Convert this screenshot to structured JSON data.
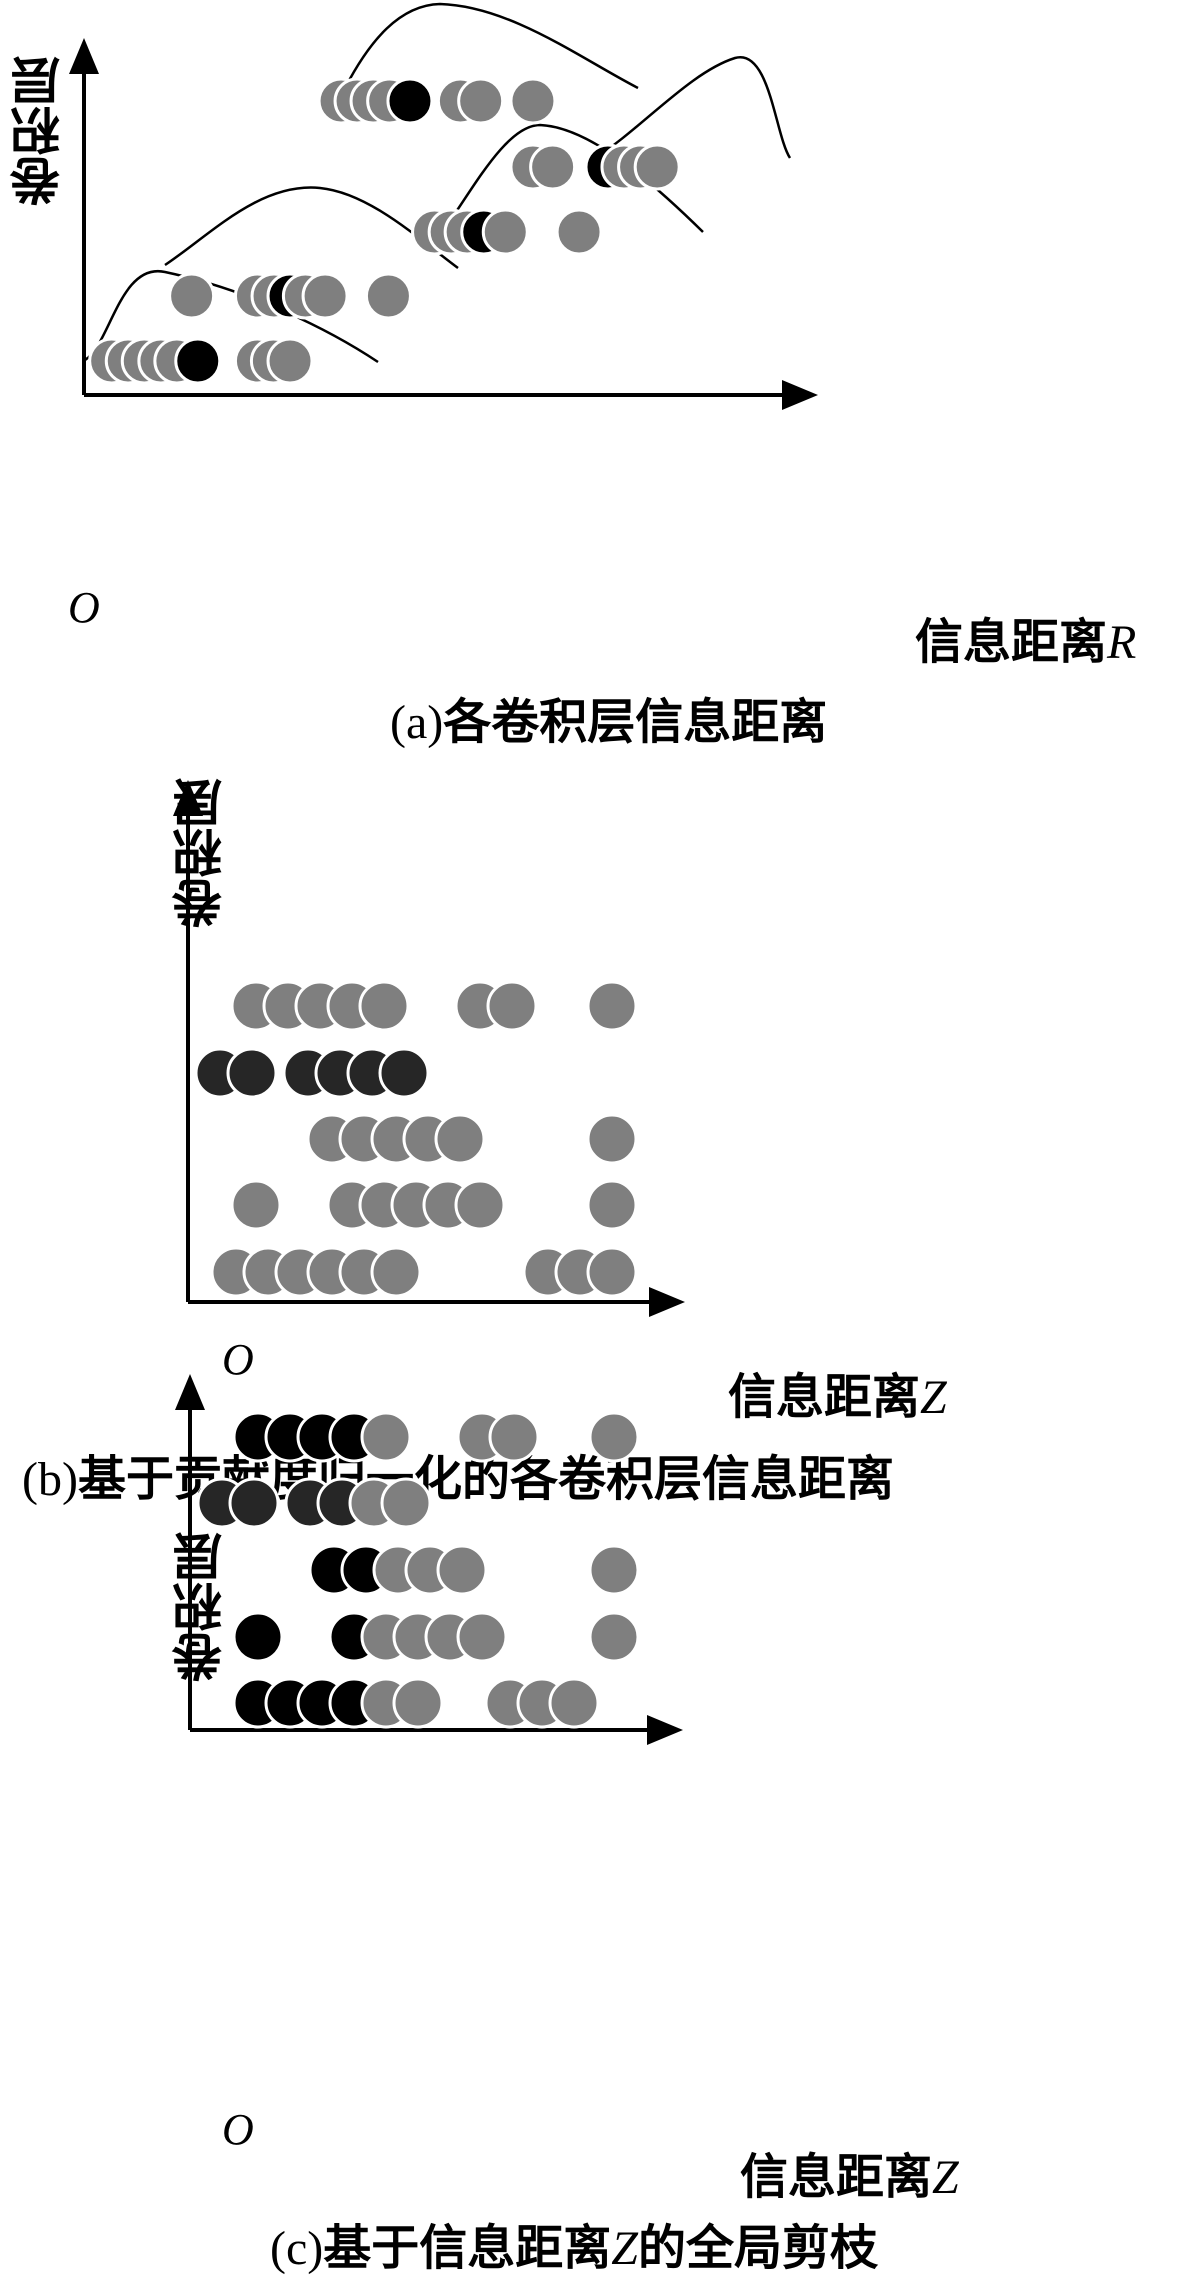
{
  "colors": {
    "gray": "#7f7f7f",
    "dark": "#262626",
    "black": "#000000",
    "axis": "#000000"
  },
  "panels": {
    "a": {
      "caption_prefix": "(a)",
      "caption_text": "各卷积层信息距离",
      "y_axis_label": "卷积层",
      "x_axis_label": "信息距离",
      "x_axis_var": "R",
      "origin_label": "O",
      "rows": [
        {
          "circles": [
            {
              "x": 0.45,
              "c": "gray"
            },
            {
              "x": 0.72,
              "c": "gray"
            },
            {
              "x": 0.98,
              "c": "gray"
            },
            {
              "x": 1.25,
              "c": "gray"
            },
            {
              "x": 1.51,
              "c": "gray"
            },
            {
              "x": 1.85,
              "c": "black"
            },
            {
              "x": 2.82,
              "c": "gray"
            },
            {
              "x": 3.08,
              "c": "gray"
            },
            {
              "x": 3.35,
              "c": "gray"
            }
          ]
        },
        {
          "circles": [
            {
              "x": 1.75,
              "c": "gray"
            },
            {
              "x": 2.82,
              "c": "gray"
            },
            {
              "x": 3.09,
              "c": "gray"
            },
            {
              "x": 3.35,
              "c": "black"
            },
            {
              "x": 3.6,
              "c": "gray"
            },
            {
              "x": 3.92,
              "c": "gray"
            },
            {
              "x": 4.95,
              "c": "gray"
            }
          ]
        },
        {
          "circles": [
            {
              "x": 5.7,
              "c": "gray"
            },
            {
              "x": 5.97,
              "c": "gray"
            },
            {
              "x": 6.23,
              "c": "gray"
            },
            {
              "x": 6.5,
              "c": "black"
            },
            {
              "x": 6.85,
              "c": "gray"
            },
            {
              "x": 8.05,
              "c": "gray"
            }
          ]
        },
        {
          "circles": [
            {
              "x": 7.3,
              "c": "gray"
            },
            {
              "x": 7.62,
              "c": "gray"
            },
            {
              "x": 8.52,
              "c": "black"
            },
            {
              "x": 8.78,
              "c": "gray"
            },
            {
              "x": 9.05,
              "c": "gray"
            },
            {
              "x": 9.32,
              "c": "gray"
            }
          ]
        },
        {
          "circles": [
            {
              "x": 4.18,
              "c": "gray"
            },
            {
              "x": 4.44,
              "c": "gray"
            },
            {
              "x": 4.7,
              "c": "gray"
            },
            {
              "x": 4.97,
              "c": "gray"
            },
            {
              "x": 5.3,
              "c": "black"
            },
            {
              "x": 6.12,
              "c": "gray"
            },
            {
              "x": 6.45,
              "c": "gray"
            },
            {
              "x": 7.3,
              "c": "gray"
            }
          ]
        }
      ]
    },
    "b": {
      "caption_prefix": "(b)",
      "caption_text": "基于贡献度归一化的各卷积层信息距离",
      "y_axis_label": "卷积层",
      "x_axis_label": "信息距离",
      "x_axis_var": "Z",
      "origin_label": "O",
      "rows": [
        {
          "circles": [
            {
              "x": 0.6,
              "c": "gray"
            },
            {
              "x": 1.0,
              "c": "gray"
            },
            {
              "x": 1.4,
              "c": "gray"
            },
            {
              "x": 1.8,
              "c": "gray"
            },
            {
              "x": 2.2,
              "c": "gray"
            },
            {
              "x": 2.6,
              "c": "gray"
            },
            {
              "x": 4.5,
              "c": "gray"
            },
            {
              "x": 4.9,
              "c": "gray"
            },
            {
              "x": 5.3,
              "c": "gray"
            }
          ]
        },
        {
          "circles": [
            {
              "x": 0.85,
              "c": "gray"
            },
            {
              "x": 2.05,
              "c": "gray"
            },
            {
              "x": 2.45,
              "c": "gray"
            },
            {
              "x": 2.85,
              "c": "gray"
            },
            {
              "x": 3.25,
              "c": "gray"
            },
            {
              "x": 3.65,
              "c": "gray"
            },
            {
              "x": 5.3,
              "c": "gray"
            }
          ]
        },
        {
          "circles": [
            {
              "x": 1.8,
              "c": "gray"
            },
            {
              "x": 2.2,
              "c": "gray"
            },
            {
              "x": 2.6,
              "c": "gray"
            },
            {
              "x": 3.0,
              "c": "gray"
            },
            {
              "x": 3.4,
              "c": "gray"
            },
            {
              "x": 5.3,
              "c": "gray"
            }
          ]
        },
        {
          "circles": [
            {
              "x": 0.4,
              "c": "dark"
            },
            {
              "x": 0.8,
              "c": "dark"
            },
            {
              "x": 1.5,
              "c": "dark"
            },
            {
              "x": 1.9,
              "c": "dark"
            },
            {
              "x": 2.3,
              "c": "dark"
            },
            {
              "x": 2.7,
              "c": "dark"
            }
          ]
        },
        {
          "circles": [
            {
              "x": 0.85,
              "c": "gray"
            },
            {
              "x": 1.25,
              "c": "gray"
            },
            {
              "x": 1.65,
              "c": "gray"
            },
            {
              "x": 2.05,
              "c": "gray"
            },
            {
              "x": 2.45,
              "c": "gray"
            },
            {
              "x": 3.65,
              "c": "gray"
            },
            {
              "x": 4.05,
              "c": "gray"
            },
            {
              "x": 5.3,
              "c": "gray"
            }
          ]
        }
      ]
    },
    "c": {
      "caption_prefix": "(c)",
      "caption_text": "基于信息距离",
      "caption_var": "Z",
      "caption_suffix": "的全局剪枝",
      "y_axis_label": "卷积层",
      "x_axis_label": "信息距离",
      "x_axis_var": "Z",
      "origin_label": "O",
      "rows": [
        {
          "circles": [
            {
              "x": 0.85,
              "c": "black"
            },
            {
              "x": 1.25,
              "c": "black"
            },
            {
              "x": 1.65,
              "c": "black"
            },
            {
              "x": 2.05,
              "c": "black"
            },
            {
              "x": 2.45,
              "c": "gray"
            },
            {
              "x": 2.85,
              "c": "gray"
            },
            {
              "x": 4.0,
              "c": "gray"
            },
            {
              "x": 4.4,
              "c": "gray"
            },
            {
              "x": 4.8,
              "c": "gray"
            }
          ]
        },
        {
          "circles": [
            {
              "x": 0.85,
              "c": "black"
            },
            {
              "x": 2.05,
              "c": "black"
            },
            {
              "x": 2.45,
              "c": "gray"
            },
            {
              "x": 2.85,
              "c": "gray"
            },
            {
              "x": 3.25,
              "c": "gray"
            },
            {
              "x": 3.65,
              "c": "gray"
            },
            {
              "x": 5.3,
              "c": "gray"
            }
          ]
        },
        {
          "circles": [
            {
              "x": 1.8,
              "c": "black"
            },
            {
              "x": 2.2,
              "c": "black"
            },
            {
              "x": 2.6,
              "c": "gray"
            },
            {
              "x": 3.0,
              "c": "gray"
            },
            {
              "x": 3.4,
              "c": "gray"
            },
            {
              "x": 5.3,
              "c": "gray"
            }
          ]
        },
        {
          "circles": [
            {
              "x": 0.4,
              "c": "dark"
            },
            {
              "x": 0.8,
              "c": "dark"
            },
            {
              "x": 1.5,
              "c": "dark"
            },
            {
              "x": 1.9,
              "c": "dark"
            },
            {
              "x": 2.3,
              "c": "gray"
            },
            {
              "x": 2.7,
              "c": "gray"
            }
          ]
        },
        {
          "circles": [
            {
              "x": 0.85,
              "c": "black"
            },
            {
              "x": 1.25,
              "c": "black"
            },
            {
              "x": 1.65,
              "c": "black"
            },
            {
              "x": 2.05,
              "c": "black"
            },
            {
              "x": 2.45,
              "c": "gray"
            },
            {
              "x": 3.65,
              "c": "gray"
            },
            {
              "x": 4.05,
              "c": "gray"
            },
            {
              "x": 5.3,
              "c": "gray"
            }
          ]
        }
      ]
    }
  }
}
